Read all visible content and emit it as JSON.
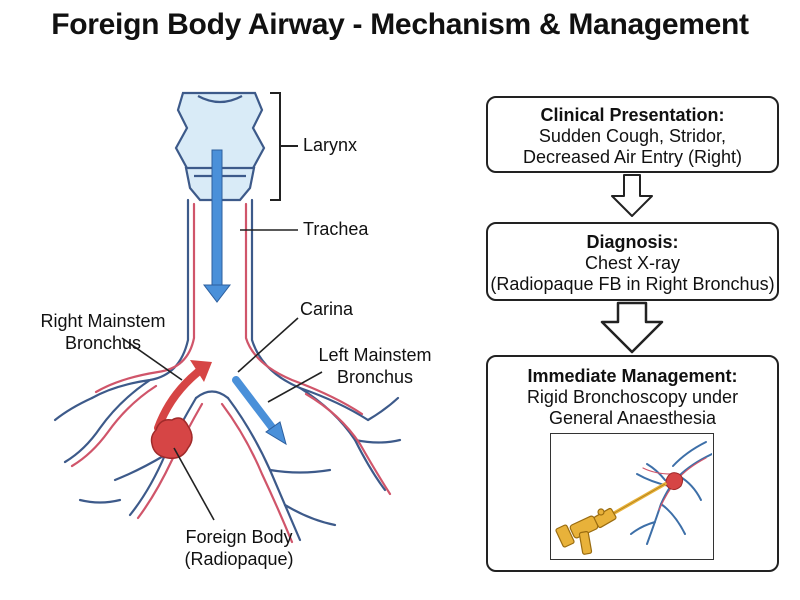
{
  "title": "Foreign Body Airway - Mechanism & Management",
  "anatomy": {
    "larynx": "Larynx",
    "trachea": "Trachea",
    "carina": "Carina",
    "right_bronchus": [
      "Right Mainstem",
      "Bronchus"
    ],
    "left_bronchus": [
      "Left Mainstem",
      "Bronchus"
    ],
    "foreign_body": [
      "Foreign Body",
      "(Radiopaque)"
    ]
  },
  "flow": {
    "presentation": {
      "title": "Clinical Presentation:",
      "lines": [
        "Sudden Cough, Stridor,",
        "Decreased Air Entry (Right)"
      ]
    },
    "diagnosis": {
      "title": "Diagnosis:",
      "lines": [
        "Chest X-ray",
        "(Radiopaque FB in Right Bronchus)"
      ]
    },
    "management": {
      "title": "Immediate Management:",
      "lines": [
        "Rigid Bronchoscopy under",
        "General Anaesthesia"
      ]
    }
  },
  "colors": {
    "airway_outline": "#3d5a8a",
    "airway_fill": "#d9ebf7",
    "mucosa_red": "#d0556a",
    "airflow_blue": "#4a90d9",
    "foreign_body_red": "#d64545",
    "scope_gold": "#e8b23a"
  }
}
